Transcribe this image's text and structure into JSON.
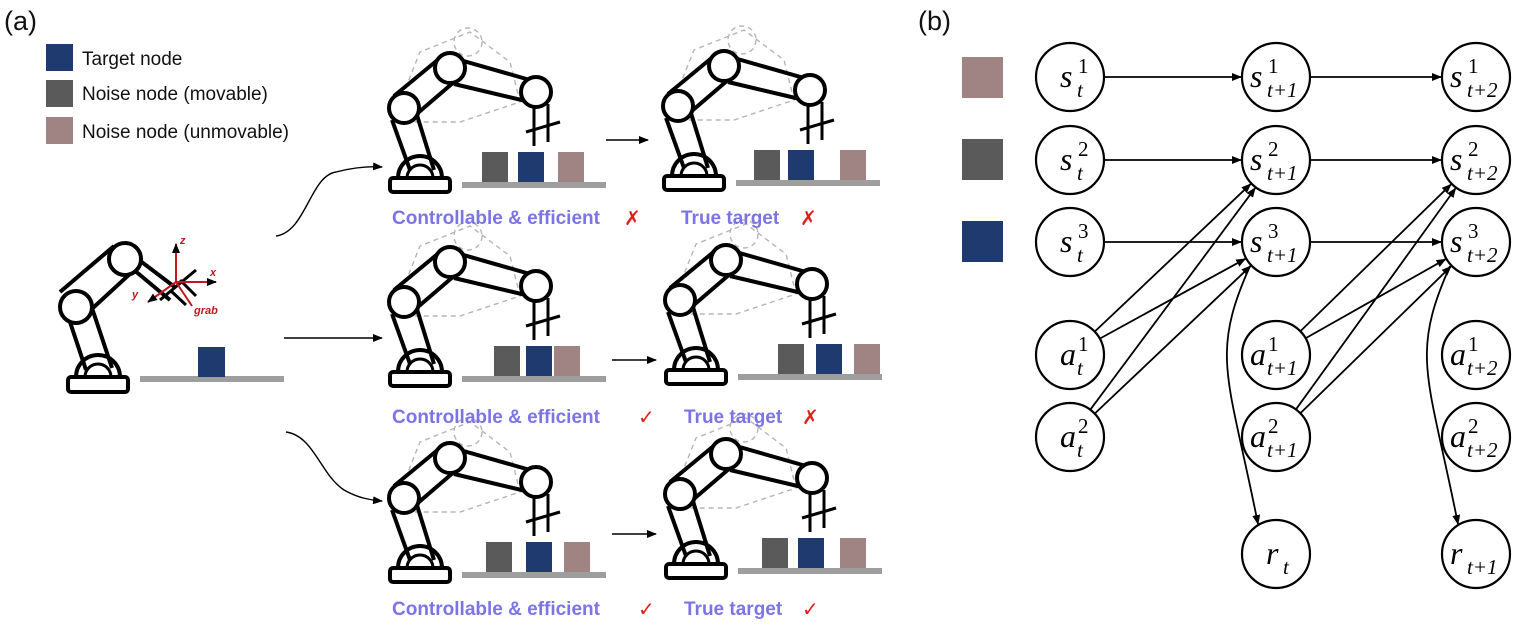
{
  "panel_a": {
    "label": "(a)",
    "legend": [
      {
        "label": "Target node",
        "color": "#1f3a6e"
      },
      {
        "label": "Noise node (movable)",
        "color": "#5a5a5a"
      },
      {
        "label": "Noise node (unmovable)",
        "color": "#a08383"
      }
    ],
    "axes": {
      "z": "z",
      "x": "x",
      "y": "y",
      "grab": "grab"
    },
    "rows": [
      {
        "left_caption": "Controllable & efficient",
        "left_mark": "✗",
        "right_caption": "True target",
        "right_mark": "✗"
      },
      {
        "left_caption": "Controllable & efficient",
        "left_mark": "✓",
        "right_caption": "True target",
        "right_mark": "✗"
      },
      {
        "left_caption": "Controllable & efficient",
        "left_mark": "✓",
        "right_caption": "True target",
        "right_mark": "✓"
      }
    ]
  },
  "panel_b": {
    "label": "(b)",
    "swatches": [
      "#a08383",
      "#5a5a5a",
      "#1f3a6e"
    ],
    "nodes": {
      "s1_t": {
        "base": "s",
        "sup": "1",
        "sub": "t"
      },
      "s2_t": {
        "base": "s",
        "sup": "2",
        "sub": "t"
      },
      "s3_t": {
        "base": "s",
        "sup": "3",
        "sub": "t"
      },
      "s1_t1": {
        "base": "s",
        "sup": "1",
        "sub": "t+1"
      },
      "s2_t1": {
        "base": "s",
        "sup": "2",
        "sub": "t+1"
      },
      "s3_t1": {
        "base": "s",
        "sup": "3",
        "sub": "t+1"
      },
      "s1_t2": {
        "base": "s",
        "sup": "1",
        "sub": "t+2"
      },
      "s2_t2": {
        "base": "s",
        "sup": "2",
        "sub": "t+2"
      },
      "s3_t2": {
        "base": "s",
        "sup": "3",
        "sub": "t+2"
      },
      "a1_t": {
        "base": "a",
        "sup": "1",
        "sub": "t"
      },
      "a2_t": {
        "base": "a",
        "sup": "2",
        "sub": "t"
      },
      "a1_t1": {
        "base": "a",
        "sup": "1",
        "sub": "t+1"
      },
      "a2_t1": {
        "base": "a",
        "sup": "2",
        "sub": "t+1"
      },
      "a1_t2": {
        "base": "a",
        "sup": "1",
        "sub": "t+2"
      },
      "a2_t2": {
        "base": "a",
        "sup": "2",
        "sub": "t+2"
      },
      "r_t": {
        "base": "r",
        "sup": "",
        "sub": "t"
      },
      "r_t1": {
        "base": "r",
        "sup": "",
        "sub": "t+1"
      }
    },
    "edges": [
      [
        "s1_t",
        "s1_t1"
      ],
      [
        "s2_t",
        "s2_t1"
      ],
      [
        "s3_t",
        "s3_t1"
      ],
      [
        "s1_t1",
        "s1_t2"
      ],
      [
        "s2_t1",
        "s2_t2"
      ],
      [
        "s3_t1",
        "s3_t2"
      ],
      [
        "a1_t",
        "s2_t1"
      ],
      [
        "a1_t",
        "s3_t1"
      ],
      [
        "a2_t",
        "s2_t1"
      ],
      [
        "a2_t",
        "s3_t1"
      ],
      [
        "a1_t1",
        "s2_t2"
      ],
      [
        "a1_t1",
        "s3_t2"
      ],
      [
        "a2_t1",
        "s2_t2"
      ],
      [
        "a2_t1",
        "s3_t2"
      ],
      [
        "s3_t1",
        "r_t"
      ],
      [
        "s3_t2",
        "r_t1"
      ]
    ]
  }
}
